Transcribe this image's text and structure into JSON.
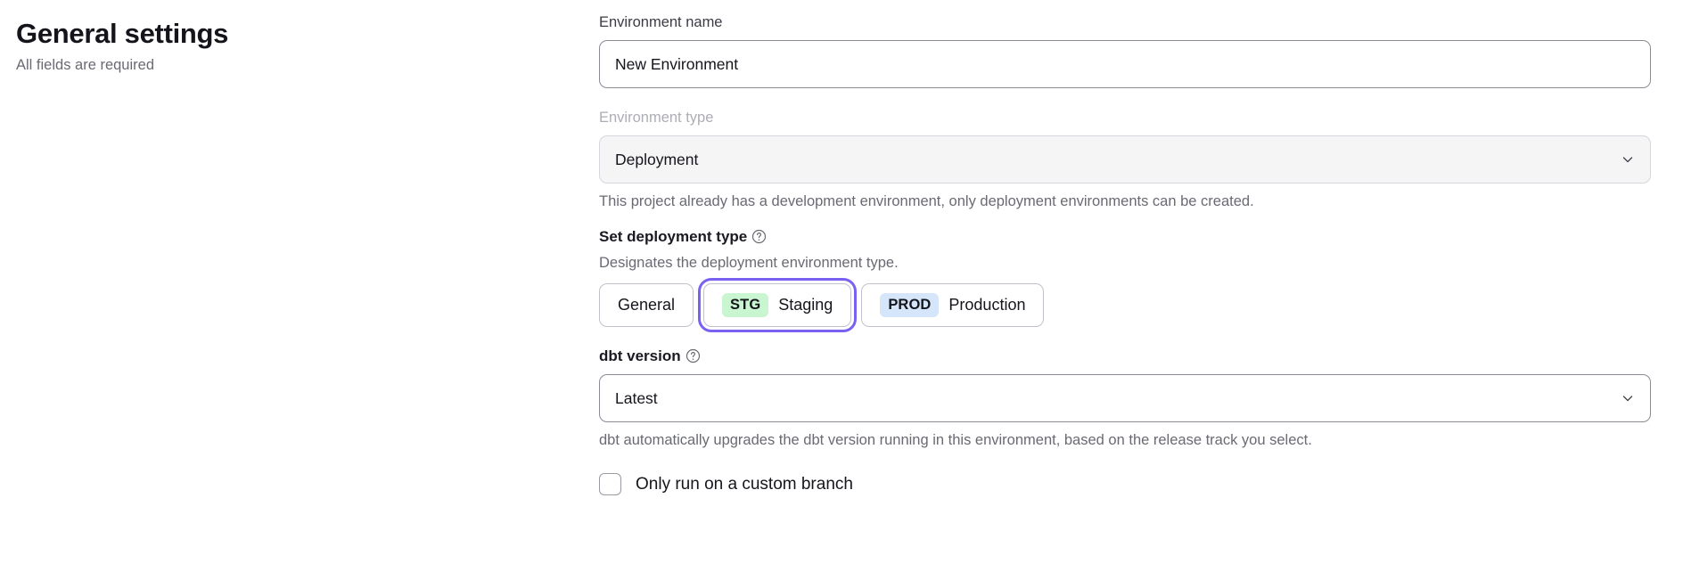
{
  "header": {
    "title": "General settings",
    "subtitle": "All fields are required"
  },
  "form": {
    "environment_name": {
      "label": "Environment name",
      "value": "New Environment",
      "placeholder": "Environment name"
    },
    "environment_type": {
      "label": "Environment type",
      "value": "Deployment",
      "hint": "This project already has a development environment, only deployment environments can be created.",
      "chevron_icon": "chevron-down-icon",
      "disabled": true
    },
    "deployment_type": {
      "label": "Set deployment type",
      "help_icon": "question-circle-icon",
      "hint": "Designates the deployment environment type.",
      "options": [
        {
          "badge": "",
          "label": "General",
          "selected": false
        },
        {
          "badge": "STG",
          "label": "Staging",
          "selected": true
        },
        {
          "badge": "PROD",
          "label": "Production",
          "selected": false
        }
      ]
    },
    "dbt_version": {
      "label": "dbt version",
      "help_icon": "question-circle-icon",
      "value": "Latest",
      "hint": "dbt automatically upgrades the dbt version running in this environment, based on the release track you select.",
      "chevron_icon": "chevron-down-icon"
    },
    "custom_branch": {
      "label": "Only run on a custom branch",
      "checked": false
    }
  },
  "colors": {
    "focus_ring": "#7b61f2",
    "badge_staging_bg": "#c9f5d1",
    "badge_production_bg": "#d5e6fb",
    "input_border": "#8b8b95",
    "disabled_bg": "#f5f5f6",
    "muted_text": "#6a6a73"
  }
}
